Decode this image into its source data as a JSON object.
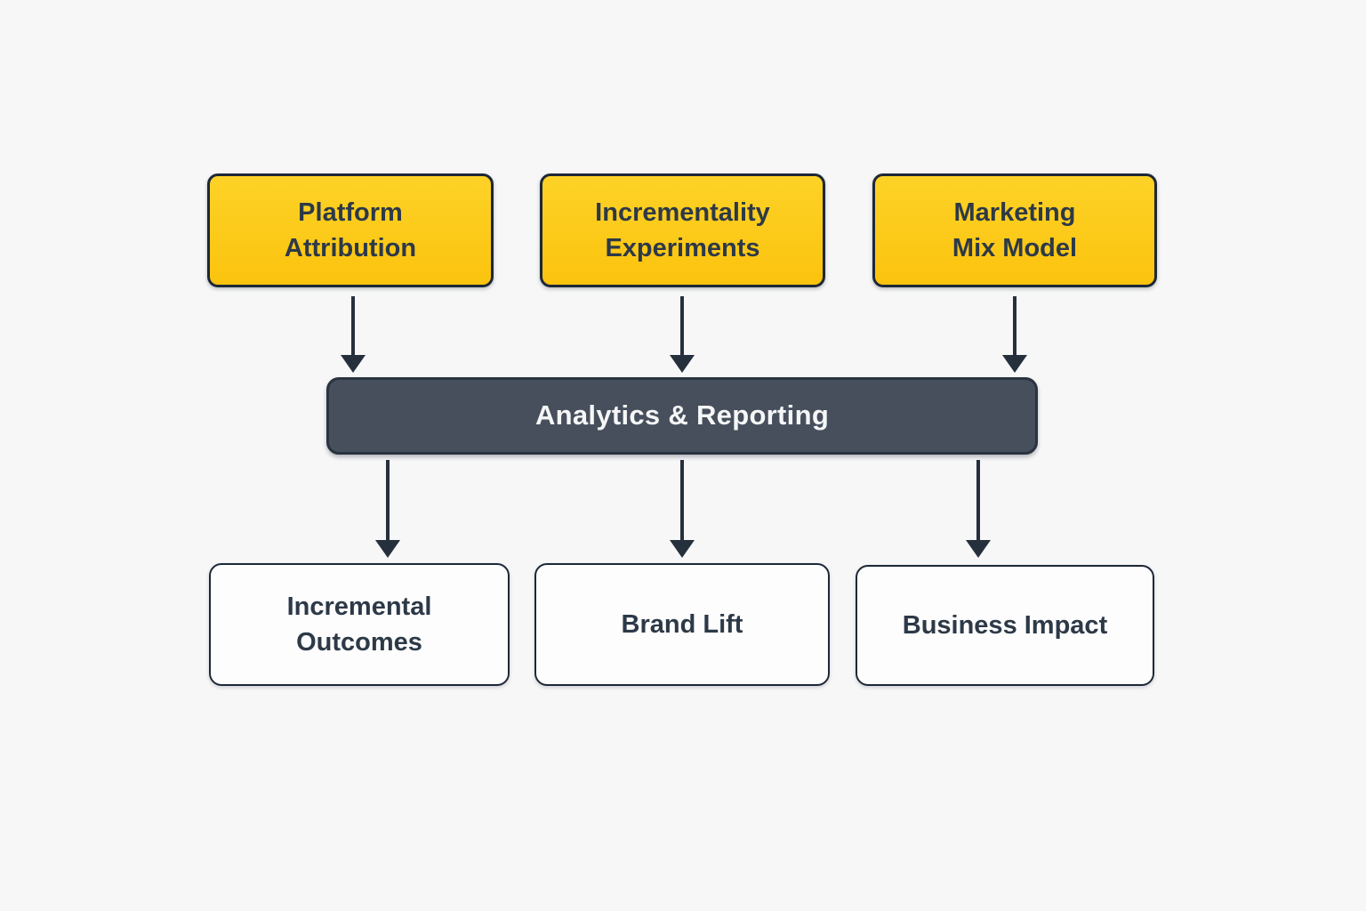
{
  "colors": {
    "canvas-bg": "#f7f7f8",
    "node-yellow-top": "#fdd227",
    "node-yellow-bottom": "#fbc30e",
    "node-border": "#1d2836",
    "node-text": "#2d3947",
    "hub-bg": "#474f5c",
    "hub-border": "#2a3340",
    "hub-text": "#f5f6f7",
    "outcome-bg": "#fdfdfe",
    "arrow": "#26303d"
  },
  "diagram": {
    "sources": [
      {
        "label": "Platform\nAttribution"
      },
      {
        "label": "Incrementality\nExperiments"
      },
      {
        "label": "Marketing\nMix Model"
      }
    ],
    "hub": {
      "label": "Analytics & Reporting"
    },
    "outcomes": [
      {
        "label": "Incremental\nOutcomes"
      },
      {
        "label": "Brand Lift"
      },
      {
        "label": "Business Impact"
      }
    ]
  }
}
